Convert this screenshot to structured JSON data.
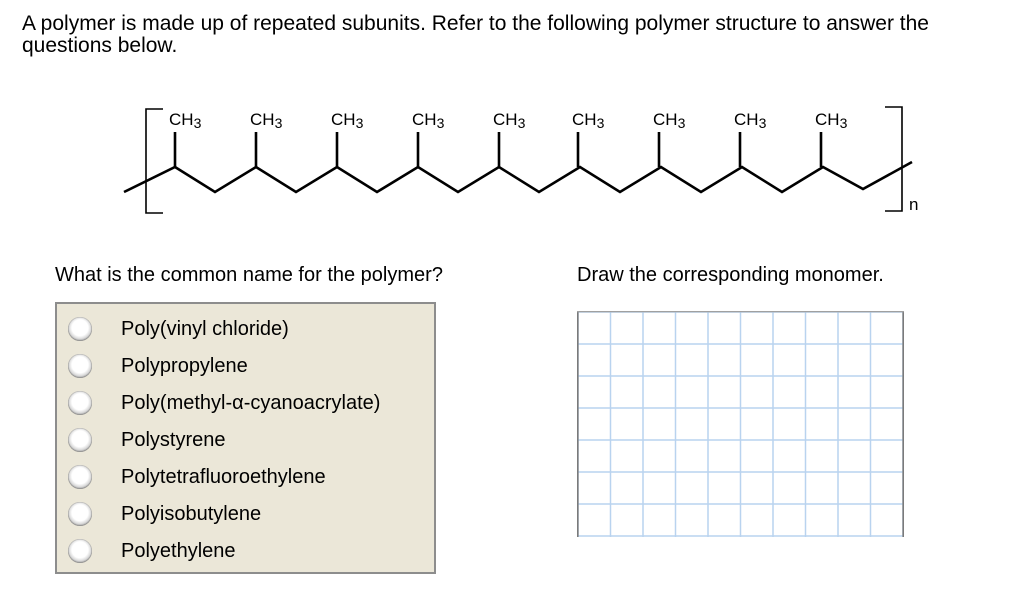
{
  "intro_text": "A polymer is made up of repeated subunits. Refer to the following polymer structure to answer the questions below.",
  "structure": {
    "substituent_label": "CH",
    "substituent_subscript": "3",
    "repeat_count": 9,
    "repeat_subscript": "n"
  },
  "question1": {
    "prompt": "What is the common name for the polymer?",
    "options": [
      "Poly(vinyl chloride)",
      "Polypropylene",
      "Poly(methyl-α-cyanoacrylate)",
      "Polystyrene",
      "Polytetrafluoroethylene",
      "Polyisobutylene",
      "Polyethylene"
    ]
  },
  "question2": {
    "prompt": "Draw the corresponding monomer.",
    "grid_columns": 10,
    "grid_rows": 7,
    "grid_line_color": "#b9d3ef",
    "grid_border_color": "#7a7a7a"
  },
  "colors": {
    "choice_background": "#ebe7d8",
    "choice_border": "#8d8d8d"
  }
}
